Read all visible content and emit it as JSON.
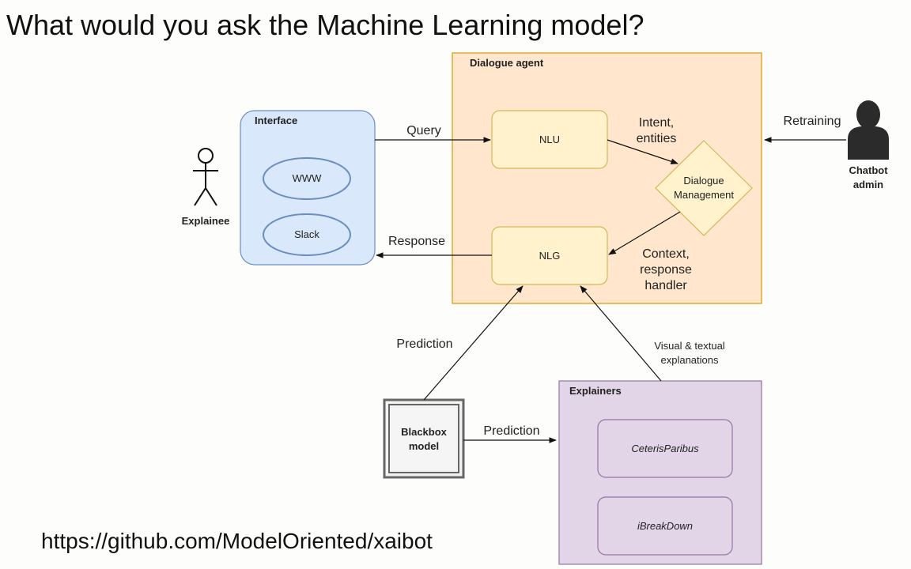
{
  "title": "What would you ask the Machine Learning model?",
  "url": "https://github.com/ModelOriented/xaibot",
  "actors": {
    "explainee": "Explainee",
    "admin_line1": "Chatbot",
    "admin_line2": "admin"
  },
  "interface": {
    "title": "Interface",
    "channel1": "WWW",
    "channel2": "Slack"
  },
  "dialogue_agent": {
    "title": "Dialogue agent",
    "nlu": "NLU",
    "nlg": "NLG",
    "dm_line1": "Dialogue",
    "dm_line2": "Management"
  },
  "explainers": {
    "title": "Explainers",
    "item1": "CeterisParibus",
    "item2": "iBreakDown"
  },
  "blackbox": {
    "line1": "Blackbox",
    "line2": "model"
  },
  "edges": {
    "query": "Query",
    "response": "Response",
    "retraining": "Retraining",
    "intent_line1": "Intent,",
    "intent_line2": "entities",
    "context_line1": "Context,",
    "context_line2": "response",
    "context_line3": "handler",
    "prediction_up": "Prediction",
    "prediction_right": "Prediction",
    "visual_line1": "Visual & textual",
    "visual_line2": "explanations"
  },
  "colors": {
    "interface_fill": "#dae8fc",
    "interface_stroke": "#6c8ebf",
    "agent_fill": "#ffe6cc",
    "agent_stroke": "#d79b00",
    "node_fill": "#fff2cc",
    "node_stroke": "#d6b656",
    "explainers_fill": "#e1d5e7",
    "explainers_stroke": "#9673a6"
  }
}
